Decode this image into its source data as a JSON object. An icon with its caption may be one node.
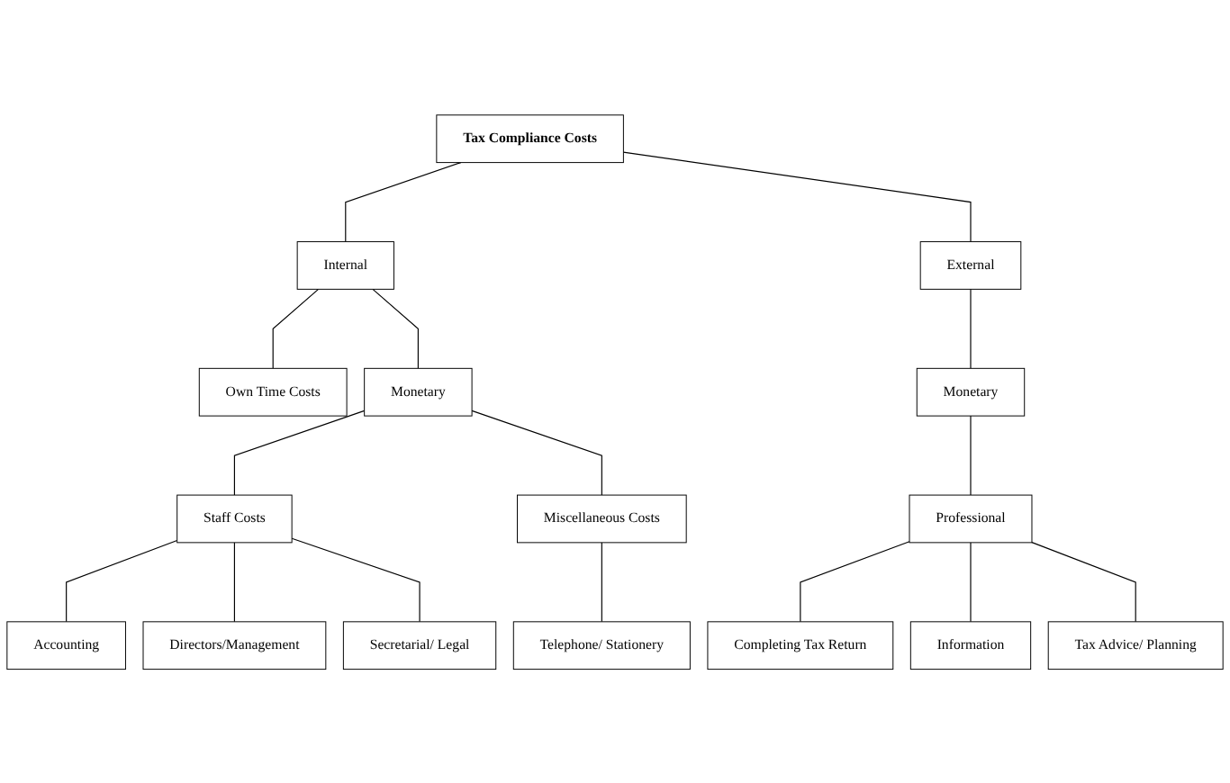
{
  "diagram": {
    "nodes": [
      {
        "text": [
          "Tax Compliance Costs"
        ]
      },
      {
        "text": [
          "Internal"
        ]
      },
      {
        "text": [
          "External"
        ]
      },
      {
        "text": [
          "Own Time Costs"
        ]
      },
      {
        "text": [
          "Monetary"
        ]
      },
      {
        "text": [
          "Monetary"
        ]
      },
      {
        "text": [
          "Staff Costs"
        ]
      },
      {
        "text": [
          "Miscellaneous Costs"
        ]
      },
      {
        "text": [
          "Professional"
        ]
      },
      {
        "text": [
          "Accounting"
        ]
      },
      {
        "text": [
          "Telephone/ Stationery"
        ]
      },
      {
        "text": [
          "Completing Tax Return"
        ]
      },
      {
        "text": [
          "Directors/Management"
        ]
      },
      {
        "text": [
          "Information"
        ]
      },
      {
        "text": [
          "Secretarial/ Legal"
        ]
      },
      {
        "text": [
          "Tax Advice/ Planning"
        ]
      }
    ],
    "edges": [
      {
        "from": 0,
        "to": 1,
        "arrow": "none"
      },
      {
        "from": 0,
        "to": 2,
        "arrow": "none"
      },
      {
        "from": 1,
        "to": 3,
        "arrow": "none"
      },
      {
        "from": 1,
        "to": 4,
        "arrow": "none"
      },
      {
        "from": 2,
        "to": 5,
        "arrow": "none"
      },
      {
        "from": 4,
        "to": 6,
        "arrow": "none"
      },
      {
        "from": 4,
        "to": 7,
        "arrow": "none"
      },
      {
        "from": 5,
        "to": 8,
        "arrow": "none"
      },
      {
        "from": 6,
        "to": 9,
        "arrow": "none"
      },
      {
        "from": 6,
        "to": 12,
        "arrow": "none"
      },
      {
        "from": 6,
        "to": 14,
        "arrow": "none"
      },
      {
        "from": 7,
        "to": 10,
        "arrow": "none"
      },
      {
        "from": 8,
        "to": 11,
        "arrow": "none"
      },
      {
        "from": 8,
        "to": 13,
        "arrow": "none"
      },
      {
        "from": 8,
        "to": 15,
        "arrow": "none"
      }
    ]
  }
}
